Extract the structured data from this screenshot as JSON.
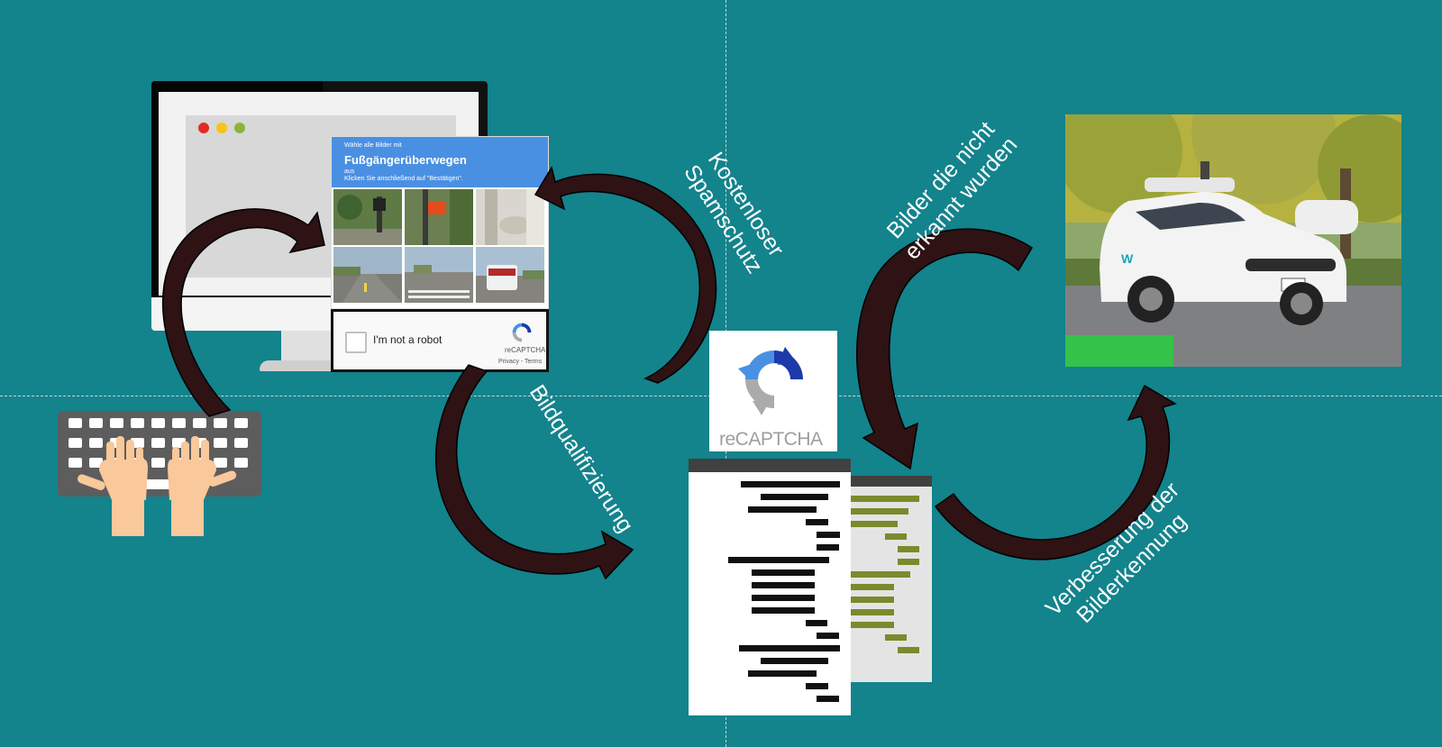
{
  "captcha": {
    "prompt_line1": "Wähle alle Bilder mit",
    "prompt_title": "Fußgängerüberwegen",
    "prompt_line2": "aus",
    "prompt_line3": "Klicken Sie anschließend auf \"Bestätigen\".",
    "checkbox_label": "I'm not a robot",
    "brand": "reCAPTCHA",
    "footer": "Privacy - Terms"
  },
  "recaptcha_card": {
    "brand": "reCAPTCHA"
  },
  "labels": {
    "spam_line1": "Kostenloser",
    "spam_line2": "Spamschutz",
    "quality": "Bildqualifizierung",
    "unrecognized_line1": "Bilder die nicht",
    "unrecognized_line2": "erkannt wurden",
    "improvement_line1": "Verbesserung der",
    "improvement_line2": "Bilderkennung"
  },
  "colors": {
    "background": "#13838c",
    "arrow": "#2e1214",
    "captcha_header": "#4a90e2",
    "window_red": "#e32b23",
    "window_yellow": "#f5c518",
    "window_green": "#8db33a",
    "result_bar": "#7a8a2c"
  },
  "icons": [
    "monitor-icon",
    "keyboard-icon",
    "hands-icon",
    "recaptcha-logo-icon",
    "document-icon",
    "car-photo"
  ]
}
